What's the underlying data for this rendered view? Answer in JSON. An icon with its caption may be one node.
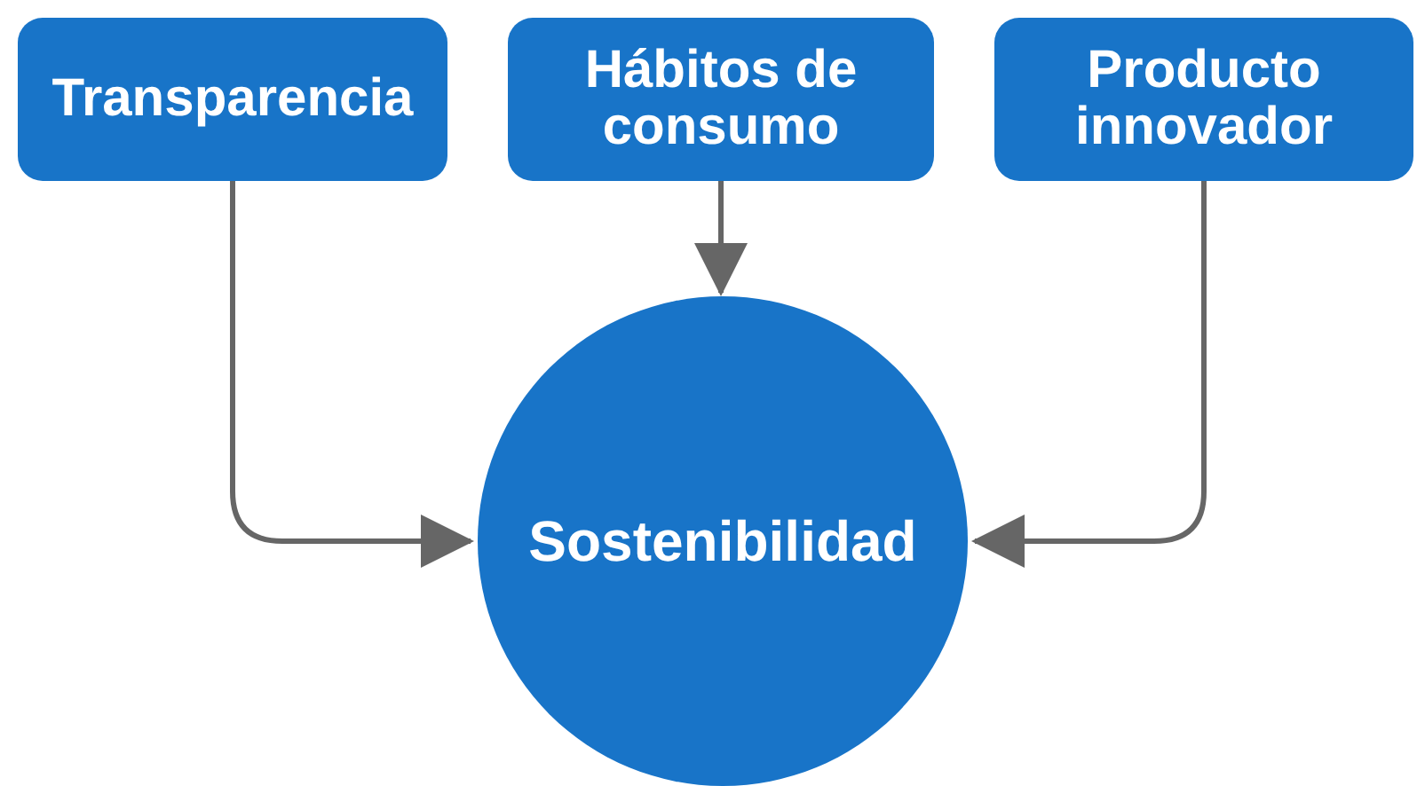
{
  "diagram": {
    "nodes": [
      {
        "text": [
          "Transparencia"
        ]
      },
      {
        "text": [
          "Hábitos de consumo"
        ]
      },
      {
        "text": [
          "Producto innovador"
        ]
      },
      {
        "text": [
          "Sostenibilidad"
        ]
      }
    ],
    "edges": [
      {
        "from": 0,
        "to": 3,
        "arrow": "to"
      },
      {
        "from": 1,
        "to": 3,
        "arrow": "to"
      },
      {
        "from": 2,
        "to": 3,
        "arrow": "to"
      }
    ]
  }
}
